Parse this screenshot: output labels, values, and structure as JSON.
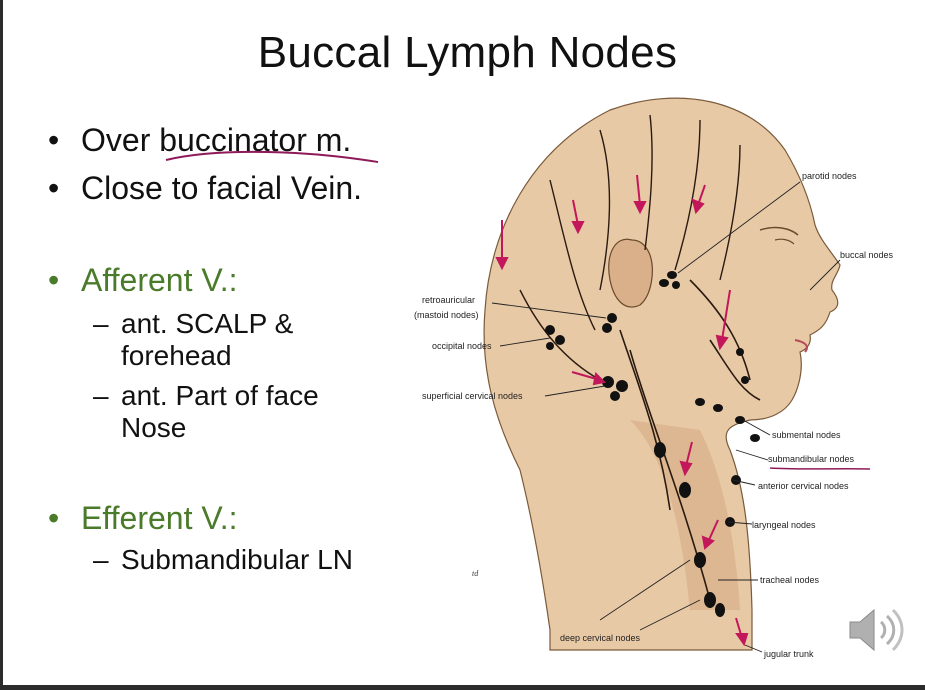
{
  "slide": {
    "title": "Buccal Lymph Nodes",
    "bullets": [
      {
        "text": "Over buccinator m.",
        "color": "#111111"
      },
      {
        "text": "Close to facial Vein.",
        "color": "#111111"
      },
      {
        "text": "Afferent V.:",
        "color": "#4a7b2a",
        "subitems": [
          {
            "line1": "ant. SCALP &",
            "line2": "forehead"
          },
          {
            "line1": "ant. Part of face",
            "line2": "Nose"
          }
        ]
      },
      {
        "text": "Efferent V.:",
        "color": "#4a7b2a",
        "subitems": [
          {
            "line1": "Submandibular LN"
          }
        ]
      }
    ],
    "bullet_glyph": "•",
    "dash_glyph": "–"
  },
  "figure": {
    "labels": {
      "parotid": "parotid nodes",
      "buccal": "buccal nodes",
      "retro1": "retroauricular",
      "retro2": "(mastoid nodes)",
      "occipital": "occipital nodes",
      "superficial": "superficial cervical nodes",
      "submental": "submental nodes",
      "submandibular": "submandibular nodes",
      "anterior_cervical": "anterior cervical nodes",
      "laryngeal": "laryngeal nodes",
      "tracheal": "tracheal nodes",
      "deep_cervical": "deep cervical nodes",
      "jugular": "jugular trunk",
      "signature": "td"
    },
    "colors": {
      "skin": "#e8c9a6",
      "skin_shadow": "#d4ab84",
      "node": "#111111",
      "arrow": "#c2185b",
      "annotation": "#8e1a5a"
    }
  },
  "audio_icon": "speaker-icon"
}
